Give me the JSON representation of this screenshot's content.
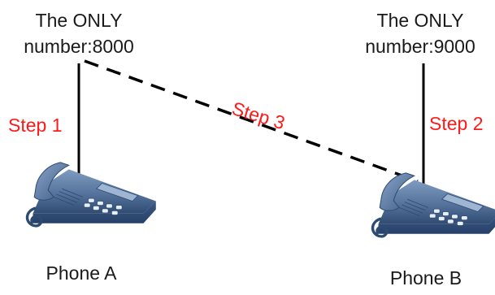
{
  "nodes": {
    "a": {
      "line1": "The ONLY",
      "line2": "number:8000",
      "caption": "Phone A",
      "phone_icon": "desk-phone-icon"
    },
    "b": {
      "line1": "The ONLY",
      "line2": "number:9000",
      "caption": "Phone B",
      "phone_icon": "desk-phone-icon"
    }
  },
  "steps": {
    "step1": "Step 1",
    "step2": "Step 2",
    "step3": "Step 3"
  },
  "colors": {
    "text": "#1a1a1a",
    "step": "#ff1a1a",
    "phone_body": "#4d6c95",
    "phone_dark": "#2d4a70",
    "line": "#000000"
  }
}
